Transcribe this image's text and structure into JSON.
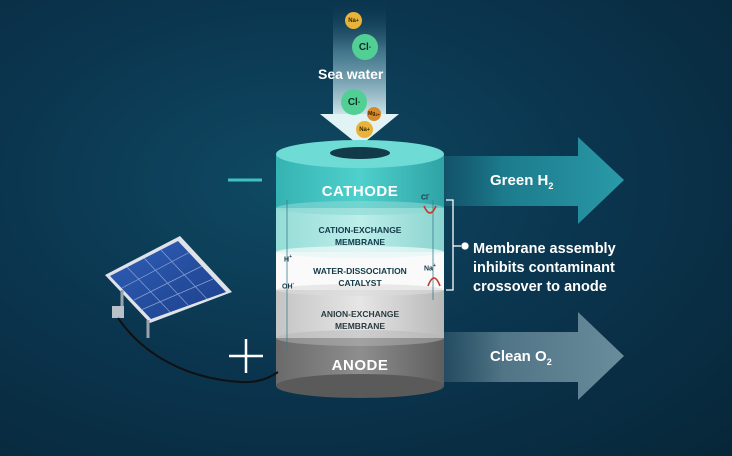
{
  "input": {
    "label": "Sea water"
  },
  "layers": {
    "cathode": "CATHODE",
    "cation_exchange": [
      "CATION-EXCHANGE",
      "MEMBRANE"
    ],
    "water_dissociation": [
      "WATER-DISSOCIATION",
      "CATALYST"
    ],
    "anion_exchange": [
      "ANION-EXCHANGE",
      "MEMBRANE"
    ],
    "anode": "ANODE"
  },
  "outputs": {
    "h2_prefix": "Green H",
    "h2_sub": "2",
    "o2_prefix": "Clean O",
    "o2_sub": "2"
  },
  "annotation": {
    "lines": [
      "Membrane assembly",
      "inhibits contaminant",
      "crossover to anode"
    ]
  },
  "ions": {
    "na": "Na",
    "na_sup": "+",
    "cl": "Cl",
    "cl_sup": "-",
    "mg": "Mg",
    "mg_sup": "2+",
    "h": "H",
    "h_sup": "+",
    "oh": "OH",
    "oh_sup": "-"
  },
  "electrodes": {
    "negative_symbol": "minus-sign",
    "positive_symbol": "plus-sign"
  },
  "colors": {
    "background": "#0b3650",
    "cathode": "#3fc1c0",
    "cation_membrane": "#a8e6e2",
    "catalyst": "#ffffff",
    "anion_membrane": "#d6d6d6",
    "anode": "#7a7a7a",
    "arrow": "#1c7c8c",
    "ion_green": "#49c98f",
    "ion_orange": "#e3a537",
    "accent_red": "#c0392b"
  }
}
